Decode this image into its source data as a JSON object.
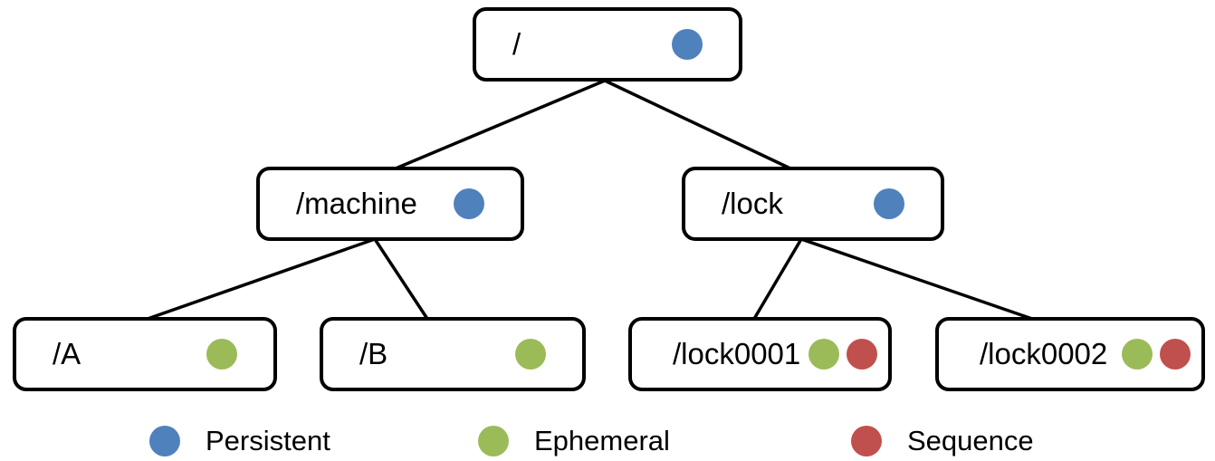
{
  "tree": {
    "nodes": [
      {
        "label": "/",
        "types": [
          "persistent"
        ]
      },
      {
        "label": "/machine",
        "types": [
          "persistent"
        ]
      },
      {
        "label": "/lock",
        "types": [
          "persistent"
        ]
      },
      {
        "label": "/A",
        "types": [
          "ephemeral"
        ]
      },
      {
        "label": "/B",
        "types": [
          "ephemeral"
        ]
      },
      {
        "label": "/lock0001",
        "types": [
          "ephemeral",
          "sequence"
        ]
      },
      {
        "label": "/lock0002",
        "types": [
          "ephemeral",
          "sequence"
        ]
      }
    ],
    "edges": [
      {
        "from": "/",
        "to": "/machine"
      },
      {
        "from": "/",
        "to": "/lock"
      },
      {
        "from": "/machine",
        "to": "/A"
      },
      {
        "from": "/machine",
        "to": "/B"
      },
      {
        "from": "/lock",
        "to": "/lock0001"
      },
      {
        "from": "/lock",
        "to": "/lock0002"
      }
    ]
  },
  "legend": {
    "items": [
      {
        "label": "Persistent",
        "color": "#4F81BD"
      },
      {
        "label": "Ephemeral",
        "color": "#9BBB59"
      },
      {
        "label": "Sequence",
        "color": "#C0504D"
      }
    ]
  },
  "colors": {
    "persistent": "#4F81BD",
    "ephemeral": "#9BBB59",
    "sequence": "#C0504D",
    "outline": "#000000",
    "background": "#FFFFFF"
  }
}
